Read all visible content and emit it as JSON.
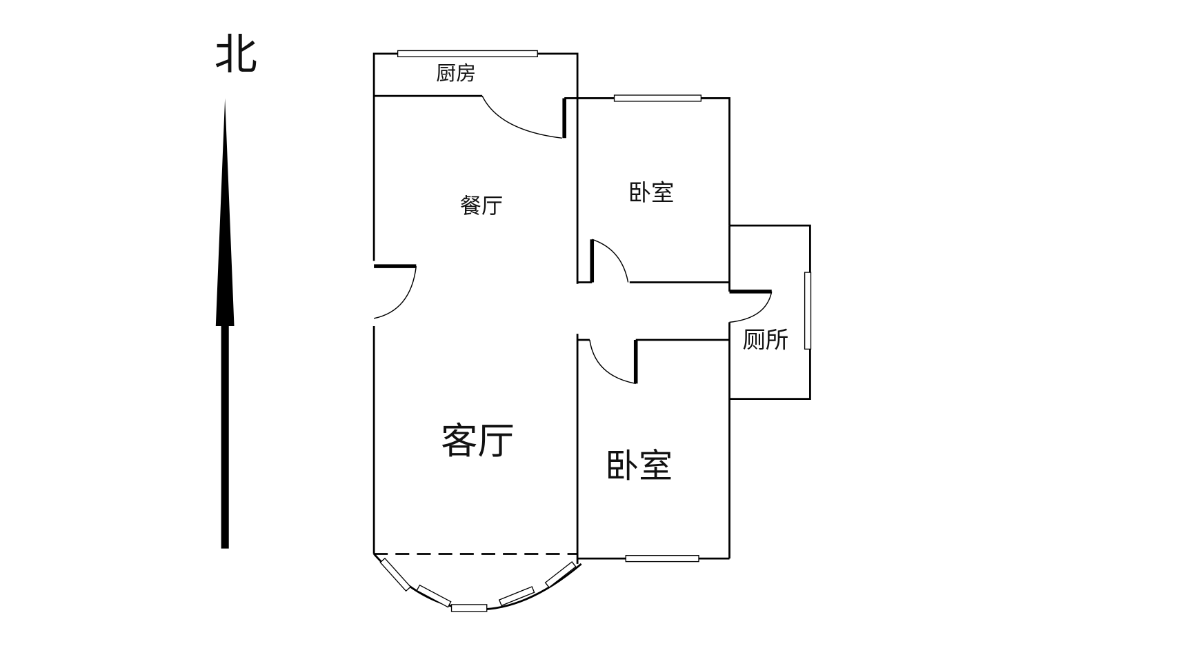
{
  "compass": {
    "label": "北"
  },
  "rooms": {
    "kitchen": "厨房",
    "dining": "餐厅",
    "bedroom_north": "卧室",
    "toilet": "厕所",
    "living": "客厅",
    "bedroom_south": "卧室"
  }
}
